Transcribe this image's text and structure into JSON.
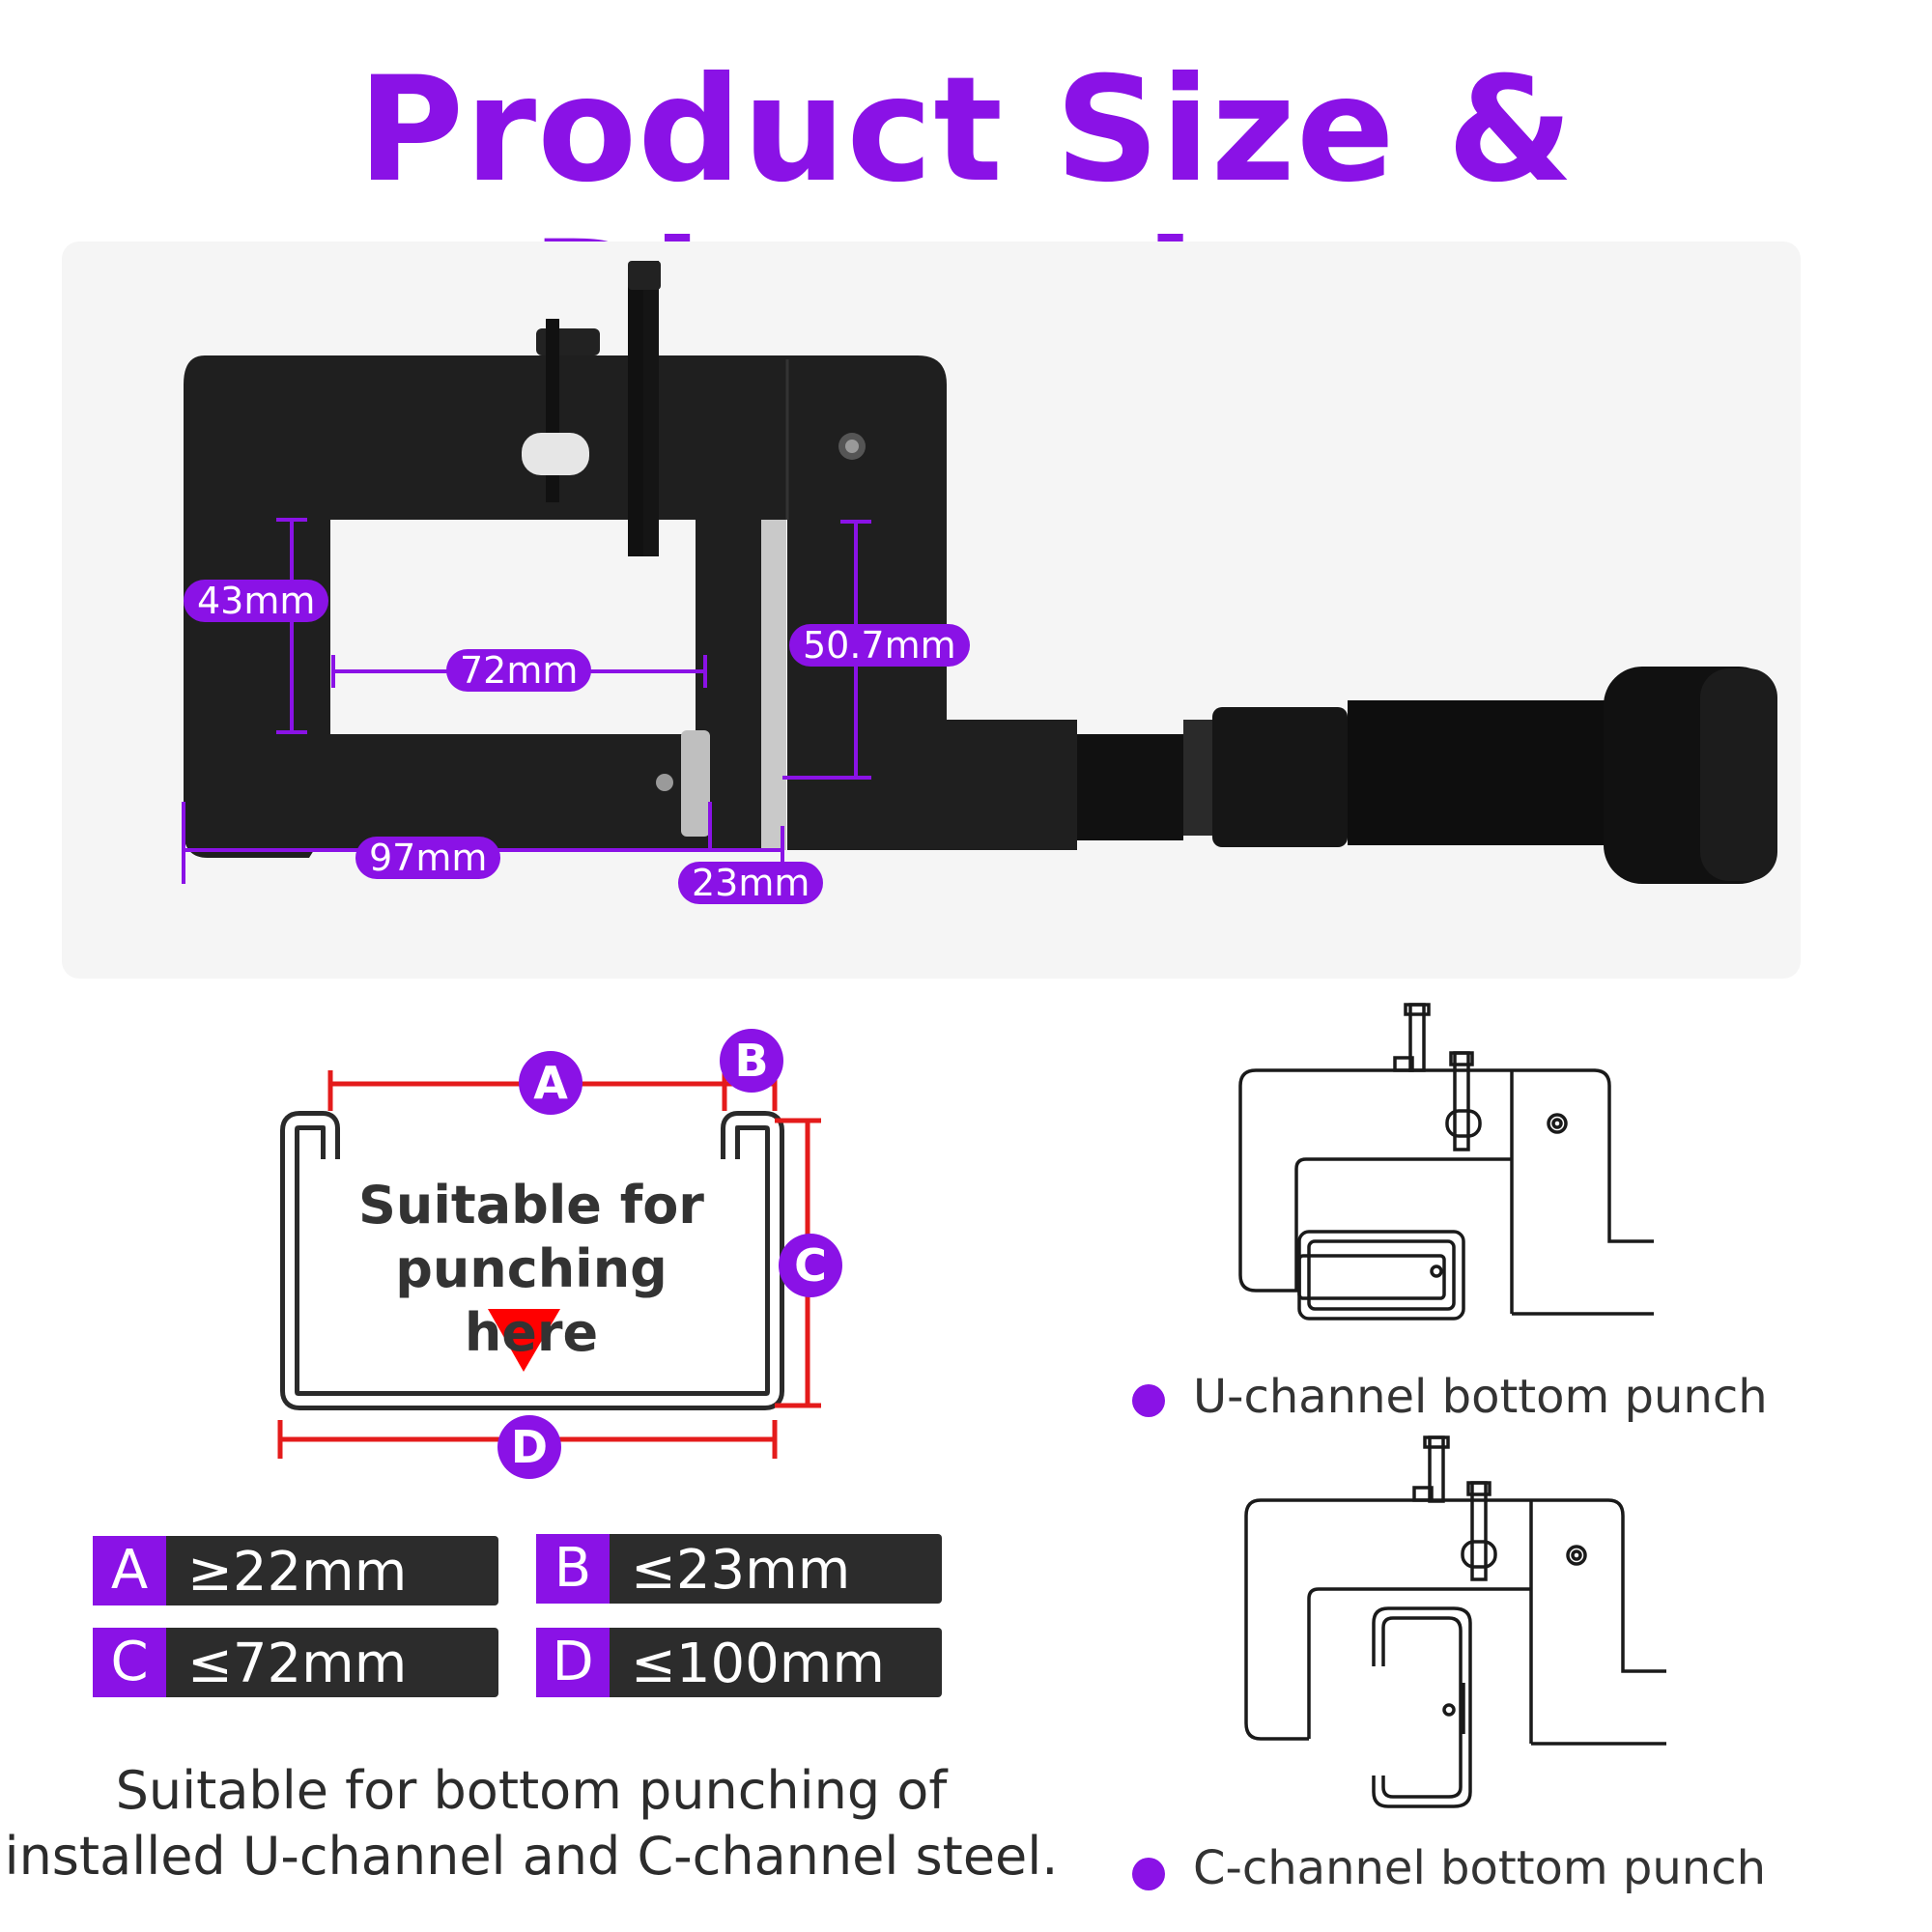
{
  "title": "Product Size & Dimension",
  "dimensions": {
    "height_inner": "43mm",
    "throat_width": "72mm",
    "height_right": "50.7mm",
    "total_length": "97mm",
    "gap": "23mm"
  },
  "channel_diagram": {
    "letters": [
      "A",
      "B",
      "C",
      "D"
    ],
    "label_line1": "Suitable for",
    "label_line2": "punching here"
  },
  "specs": [
    {
      "key": "A",
      "value": "≥22mm"
    },
    {
      "key": "B",
      "value": "≤23mm"
    },
    {
      "key": "C",
      "value": "≤72mm"
    },
    {
      "key": "D",
      "value": "≤100mm"
    }
  ],
  "note_line1": "Suitable for bottom punching of",
  "note_line2": "installed U-channel and C-channel steel.",
  "captions": {
    "u_channel": "U-channel bottom punch",
    "c_channel": "C-channel bottom punch"
  },
  "colors": {
    "accent": "#8a12e6",
    "dim_line": "#e41b1b",
    "dark": "#2c2c2c"
  }
}
